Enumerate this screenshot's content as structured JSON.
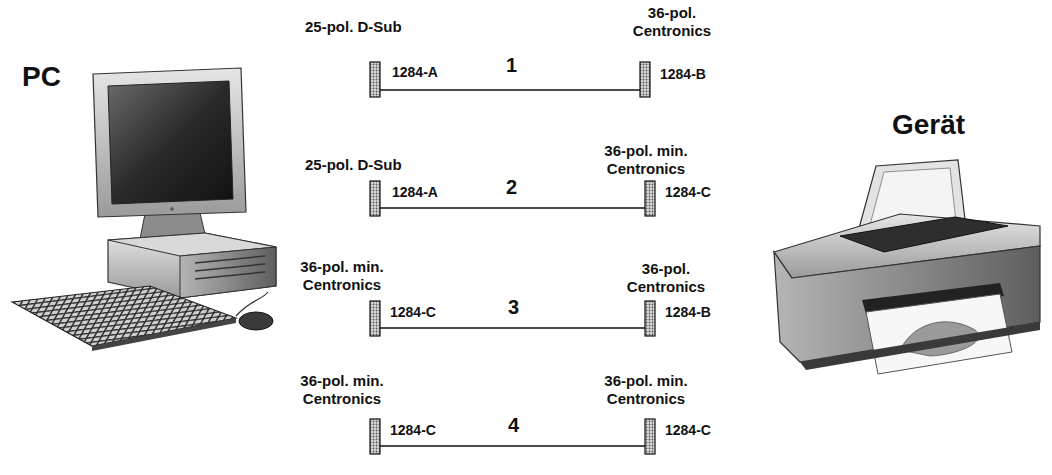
{
  "diagram": {
    "labels": [
      "PC",
      "Gerät",
      "25-pol. D-Sub",
      "1284-A",
      "1",
      "36-pol. Centronics",
      "1284-B",
      "25-pol. D-Sub",
      "1284-A",
      "2",
      "36-pol. min. Centronics",
      "1284-C",
      "36-pol. min. Centronics",
      "1284-C",
      "3",
      "36-pol. Centronics",
      "1284-B",
      "36-pol. min. Centronics",
      "1284-C",
      "4",
      "36-pol. min. Centronics",
      "1284-C"
    ]
  }
}
